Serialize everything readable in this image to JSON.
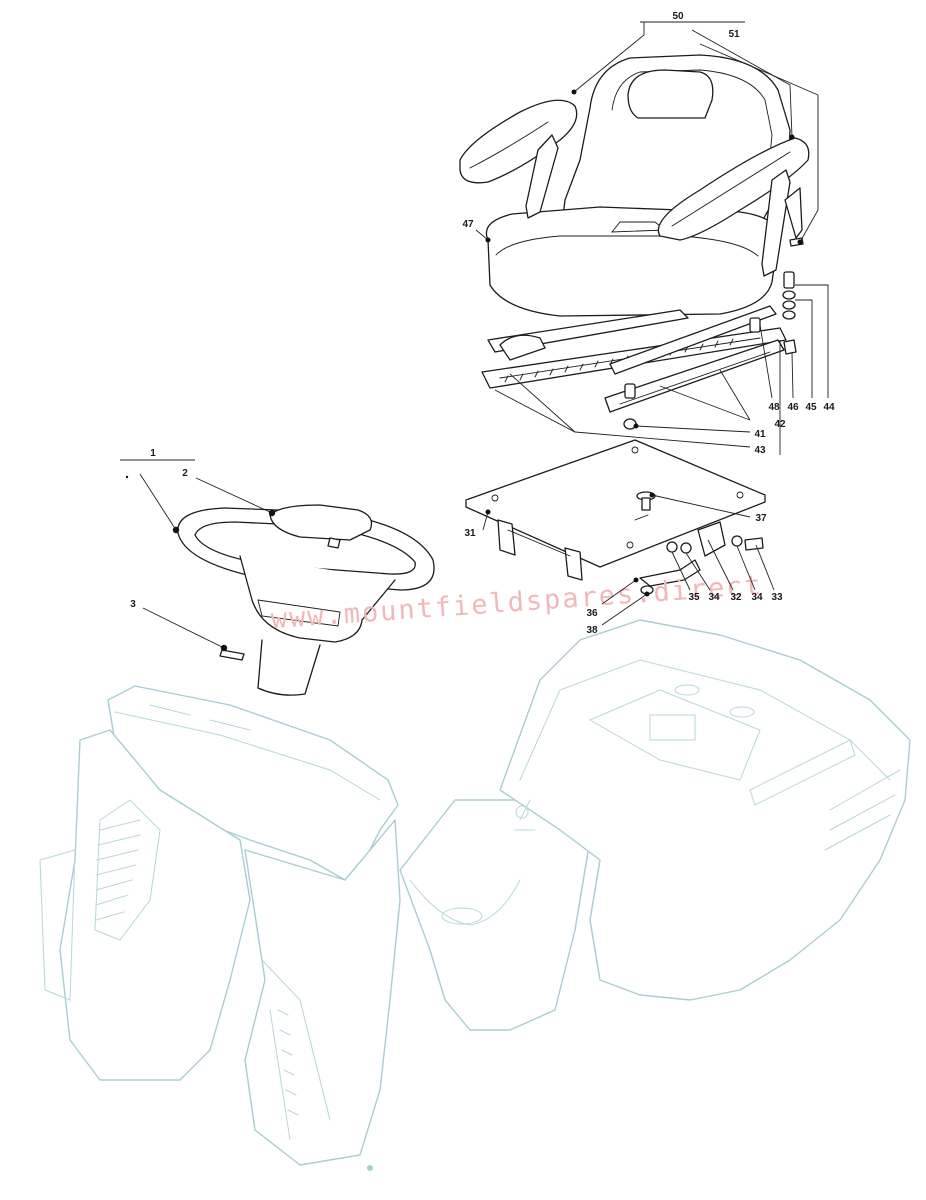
{
  "watermark": "www.mountfieldspares.direct",
  "colors": {
    "part_outline": "#1c1c1c",
    "ghost_outline": "#a9cdd4",
    "watermark": "#f2b8b8"
  },
  "callouts": {
    "c1": "1",
    "c2": "2",
    "c3": "3",
    "c31": "31",
    "c32": "32",
    "c33": "33",
    "c34a": "34",
    "c34b": "34",
    "c35": "35",
    "c36": "36",
    "c37": "37",
    "c38": "38",
    "c41": "41",
    "c42": "42",
    "c43": "43",
    "c44": "44",
    "c45": "45",
    "c46": "46",
    "c47": "47",
    "c48": "48",
    "c50": "50",
    "c51": "51"
  }
}
